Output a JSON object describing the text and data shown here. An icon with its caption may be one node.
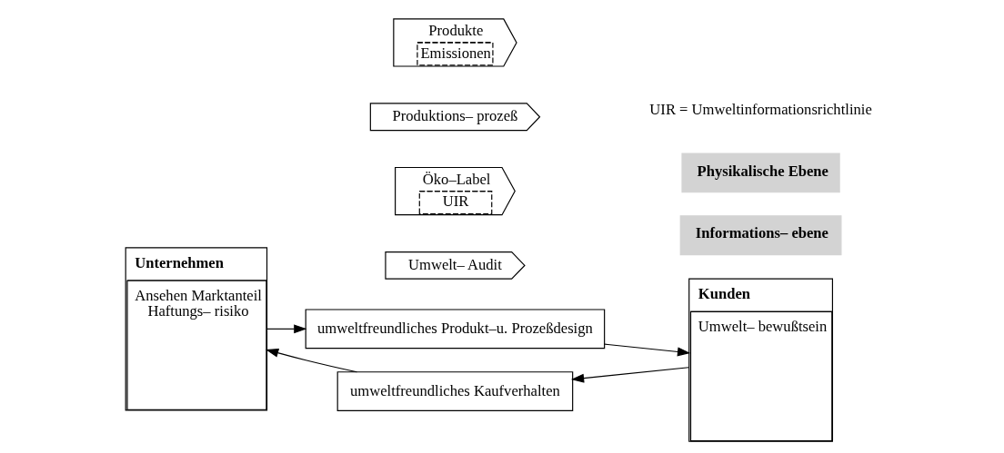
{
  "diagram": {
    "nodes": [
      {
        "text": [
          "Unternehmen",
          "Ansehen Marktanteil",
          "Haftungs– risiko"
        ]
      },
      {
        "text": [
          "umweltfreundliches Produkt–u. Prozeßdesign"
        ]
      },
      {
        "text": [
          "Kunden",
          "Umwelt– bewußtsein"
        ]
      },
      {
        "text": [
          "umweltfreundliches Kaufverhalten"
        ]
      },
      {
        "text": [
          "Umwelt– Audit"
        ]
      },
      {
        "text": [
          "Öko–Label",
          "UIR"
        ]
      },
      {
        "text": [
          "Produktions– prozeß"
        ]
      },
      {
        "text": [
          "Produkte",
          "Emissionen"
        ]
      },
      {
        "text": [
          "Informations– ebene"
        ]
      },
      {
        "text": [
          "Physikalische Ebene"
        ]
      }
    ],
    "edges": [
      {
        "from": 0,
        "to": 1,
        "arrow": "to"
      },
      {
        "from": 1,
        "to": 2,
        "arrow": "to"
      },
      {
        "from": 2,
        "to": 3,
        "arrow": "to"
      },
      {
        "from": 3,
        "to": 0,
        "arrow": "to"
      }
    ],
    "labels": [
      "UIR = Umweltinformationsrichtlinie"
    ]
  }
}
